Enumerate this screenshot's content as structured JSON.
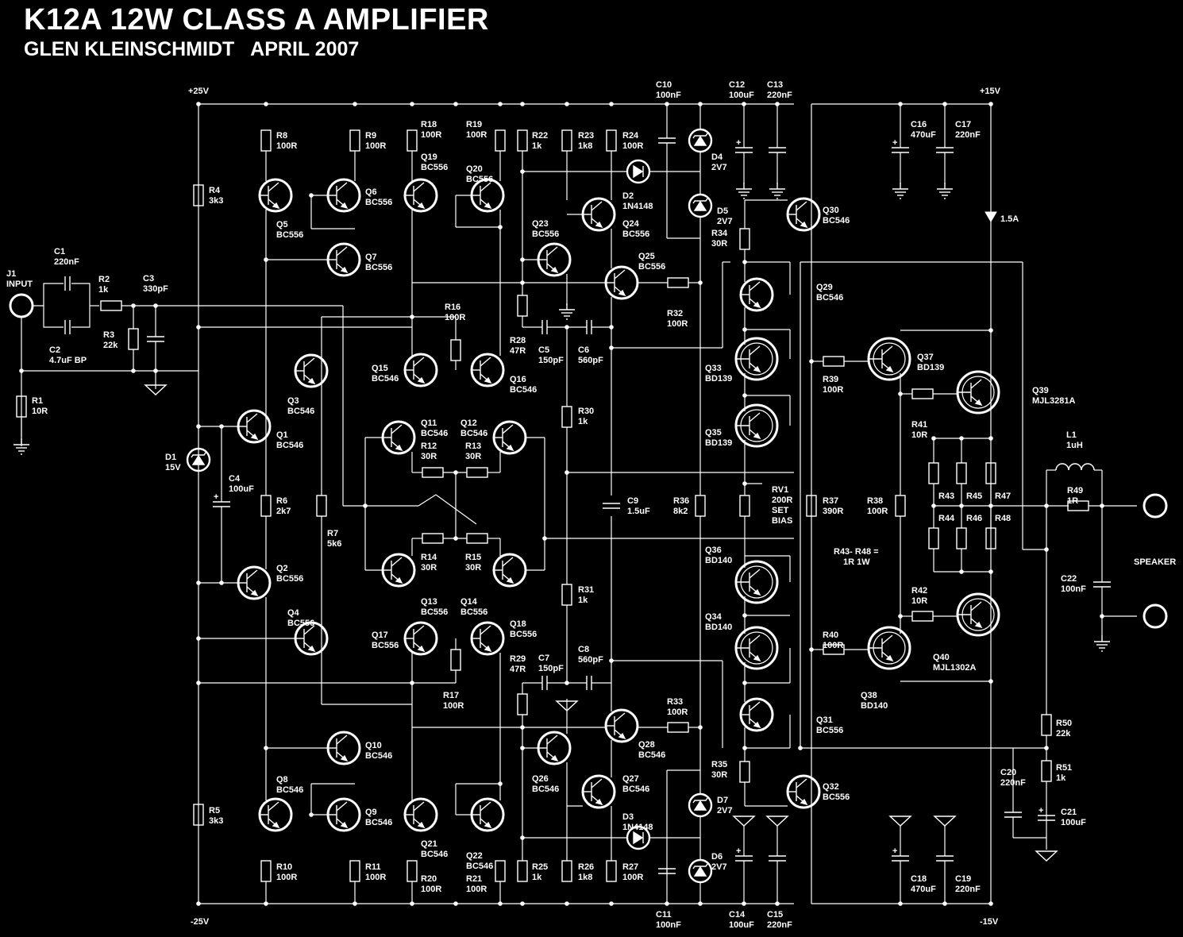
{
  "title": "K12A 12W CLASS A AMPLIFIER",
  "subtitle": "GLEN KLEINSCHMIDT   APRIL 2007",
  "colors": {
    "background": "#000000",
    "ink": "#ffffff"
  },
  "rails": {
    "pos25": "+25V",
    "neg25": "-25V",
    "pos15": "+15V",
    "neg15": "-15V"
  },
  "notes": {
    "current": "1.5A",
    "r43r48": "R43- R48 =",
    "r43r48_val": "1R 1W",
    "speaker": "SPEAKER"
  },
  "components": [
    {
      "ref": "J1",
      "value": "INPUT"
    },
    {
      "ref": "C1",
      "value": "220nF"
    },
    {
      "ref": "C2",
      "value": "4.7uF BP"
    },
    {
      "ref": "C3",
      "value": "330pF"
    },
    {
      "ref": "R1",
      "value": "10R"
    },
    {
      "ref": "R2",
      "value": "1k"
    },
    {
      "ref": "R3",
      "value": "22k"
    },
    {
      "ref": "R4",
      "value": "3k3"
    },
    {
      "ref": "R5",
      "value": "3k3"
    },
    {
      "ref": "R6",
      "value": "2k7"
    },
    {
      "ref": "R7",
      "value": "5k6"
    },
    {
      "ref": "R8",
      "value": "100R"
    },
    {
      "ref": "R9",
      "value": "100R"
    },
    {
      "ref": "R10",
      "value": "100R"
    },
    {
      "ref": "R11",
      "value": "100R"
    },
    {
      "ref": "R12",
      "value": "30R"
    },
    {
      "ref": "R13",
      "value": "30R"
    },
    {
      "ref": "R14",
      "value": "30R"
    },
    {
      "ref": "R15",
      "value": "30R"
    },
    {
      "ref": "R16",
      "value": "100R"
    },
    {
      "ref": "R17",
      "value": "100R"
    },
    {
      "ref": "R18",
      "value": "100R"
    },
    {
      "ref": "R19",
      "value": "100R"
    },
    {
      "ref": "R20",
      "value": "100R"
    },
    {
      "ref": "R21",
      "value": "100R"
    },
    {
      "ref": "R22",
      "value": "1k"
    },
    {
      "ref": "R23",
      "value": "1k8"
    },
    {
      "ref": "R24",
      "value": "100R"
    },
    {
      "ref": "R25",
      "value": "1k"
    },
    {
      "ref": "R26",
      "value": "1k8"
    },
    {
      "ref": "R27",
      "value": "100R"
    },
    {
      "ref": "R28",
      "value": "47R"
    },
    {
      "ref": "R29",
      "value": "47R"
    },
    {
      "ref": "R30",
      "value": "1k"
    },
    {
      "ref": "R31",
      "value": "1k"
    },
    {
      "ref": "R32",
      "value": "100R"
    },
    {
      "ref": "R33",
      "value": "100R"
    },
    {
      "ref": "R34",
      "value": "30R"
    },
    {
      "ref": "R35",
      "value": "30R"
    },
    {
      "ref": "R36",
      "value": "8k2"
    },
    {
      "ref": "R37",
      "value": "390R"
    },
    {
      "ref": "R38",
      "value": "100R"
    },
    {
      "ref": "R39",
      "value": "100R"
    },
    {
      "ref": "R40",
      "value": "100R"
    },
    {
      "ref": "R41",
      "value": "10R"
    },
    {
      "ref": "R42",
      "value": "10R"
    },
    {
      "ref": "R43",
      "value": ""
    },
    {
      "ref": "R44",
      "value": ""
    },
    {
      "ref": "R45",
      "value": ""
    },
    {
      "ref": "R46",
      "value": ""
    },
    {
      "ref": "R47",
      "value": ""
    },
    {
      "ref": "R48",
      "value": ""
    },
    {
      "ref": "R49",
      "value": "1R"
    },
    {
      "ref": "R50",
      "value": "22k"
    },
    {
      "ref": "R51",
      "value": "1k"
    },
    {
      "ref": "RV1",
      "value": "200R"
    },
    {
      "ref": "RV1b",
      "value": "SET"
    },
    {
      "ref": "RV1c",
      "value": "BIAS"
    },
    {
      "ref": "C4",
      "value": "100uF"
    },
    {
      "ref": "C5",
      "value": "150pF"
    },
    {
      "ref": "C6",
      "value": "560pF"
    },
    {
      "ref": "C7",
      "value": "150pF"
    },
    {
      "ref": "C8",
      "value": "560pF"
    },
    {
      "ref": "C9",
      "value": "1.5uF"
    },
    {
      "ref": "C10",
      "value": "100nF"
    },
    {
      "ref": "C11",
      "value": "100nF"
    },
    {
      "ref": "C12",
      "value": "100uF"
    },
    {
      "ref": "C13",
      "value": "220nF"
    },
    {
      "ref": "C14",
      "value": "100uF"
    },
    {
      "ref": "C15",
      "value": "220nF"
    },
    {
      "ref": "C16",
      "value": "470uF"
    },
    {
      "ref": "C17",
      "value": "220nF"
    },
    {
      "ref": "C18",
      "value": "470uF"
    },
    {
      "ref": "C19",
      "value": "220nF"
    },
    {
      "ref": "C20",
      "value": "220nF"
    },
    {
      "ref": "C21",
      "value": "100uF"
    },
    {
      "ref": "C22",
      "value": "100nF"
    },
    {
      "ref": "D1",
      "value": "15V"
    },
    {
      "ref": "D2",
      "value": "1N4148"
    },
    {
      "ref": "D3",
      "value": "1N4148"
    },
    {
      "ref": "D4",
      "value": "2V7"
    },
    {
      "ref": "D5",
      "value": "2V7"
    },
    {
      "ref": "D6",
      "value": "2V7"
    },
    {
      "ref": "D7",
      "value": "2V7"
    },
    {
      "ref": "L1",
      "value": "1uH"
    },
    {
      "ref": "Q1",
      "value": "BC546"
    },
    {
      "ref": "Q2",
      "value": "BC556"
    },
    {
      "ref": "Q3",
      "value": "BC546"
    },
    {
      "ref": "Q4",
      "value": "BC556"
    },
    {
      "ref": "Q5",
      "value": "BC556"
    },
    {
      "ref": "Q6",
      "value": "BC556"
    },
    {
      "ref": "Q7",
      "value": "BC556"
    },
    {
      "ref": "Q8",
      "value": "BC546"
    },
    {
      "ref": "Q9",
      "value": "BC546"
    },
    {
      "ref": "Q10",
      "value": "BC546"
    },
    {
      "ref": "Q11",
      "value": "BC546"
    },
    {
      "ref": "Q12",
      "value": "BC546"
    },
    {
      "ref": "Q13",
      "value": "BC556"
    },
    {
      "ref": "Q14",
      "value": "BC556"
    },
    {
      "ref": "Q15",
      "value": "BC546"
    },
    {
      "ref": "Q16",
      "value": "BC546"
    },
    {
      "ref": "Q17",
      "value": "BC556"
    },
    {
      "ref": "Q18",
      "value": "BC556"
    },
    {
      "ref": "Q19",
      "value": "BC556"
    },
    {
      "ref": "Q20",
      "value": "BC556"
    },
    {
      "ref": "Q21",
      "value": "BC546"
    },
    {
      "ref": "Q22",
      "value": "BC546"
    },
    {
      "ref": "Q23",
      "value": "BC556"
    },
    {
      "ref": "Q24",
      "value": "BC556"
    },
    {
      "ref": "Q25",
      "value": "BC556"
    },
    {
      "ref": "Q26",
      "value": "BC546"
    },
    {
      "ref": "Q27",
      "value": "BC546"
    },
    {
      "ref": "Q28",
      "value": "BC546"
    },
    {
      "ref": "Q29",
      "value": "BC546"
    },
    {
      "ref": "Q30",
      "value": "BC546"
    },
    {
      "ref": "Q31",
      "value": "BC556"
    },
    {
      "ref": "Q32",
      "value": "BC556"
    },
    {
      "ref": "Q33",
      "value": "BD139"
    },
    {
      "ref": "Q34",
      "value": "BD140"
    },
    {
      "ref": "Q35",
      "value": "BD139"
    },
    {
      "ref": "Q36",
      "value": "BD140"
    },
    {
      "ref": "Q37",
      "value": "BD139"
    },
    {
      "ref": "Q38",
      "value": "BD140"
    },
    {
      "ref": "Q39",
      "value": "MJL3281A"
    },
    {
      "ref": "Q40",
      "value": "MJL1302A"
    }
  ]
}
